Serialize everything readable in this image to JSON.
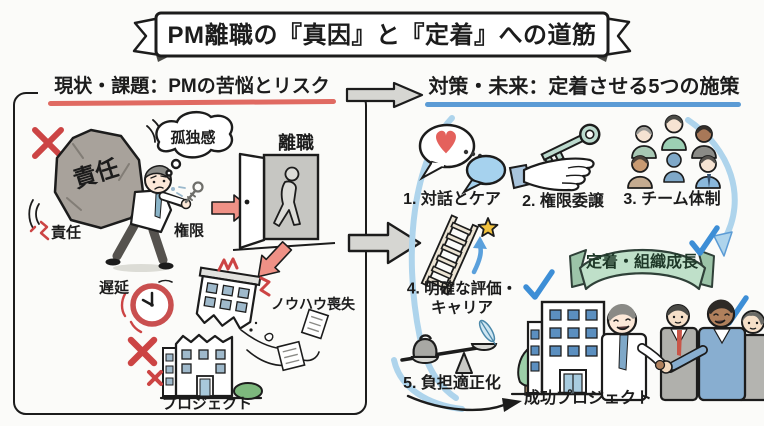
{
  "title": "PM離職の『真因』と『定着』への道筋",
  "left_panel": {
    "header": "現状・課題：PMの苦悩とリスク",
    "rock_label": "責任",
    "thought_bubble_label": "孤独感",
    "door_label": "離職",
    "responsibility_label": "責任",
    "authority_label": "権限",
    "delay_label": "遅延",
    "knowhow_loss_label": "ノウハウ喪失",
    "project_label": "プロジェクト"
  },
  "right_panel": {
    "header": "対策・未来：定着させる5つの施策",
    "measure_1": "1. 対話とケア",
    "measure_2": "2. 権限委譲",
    "measure_3": "3. チーム体制",
    "measure_4_line_1": "4. 明確な評価・",
    "measure_4_line_2": "キャリア",
    "measure_5": "5. 負担適正化",
    "banner_label": "定着・組織成長",
    "success_label": "成功プロジェクト"
  },
  "colors": {
    "ink": "#1c1c1c",
    "background": "#fbfbf9",
    "red_accent": "#cc4444",
    "red_underline": "#e06a62",
    "salmon_arrow": "#ef9186",
    "blue_underline": "#5b9bd5",
    "light_blue_arc": "#aed4ec",
    "check_blue": "#3d8ed6",
    "gray_arrow": "#d6d6d2",
    "banner_green": "#bfe0c9",
    "key_mint": "#bcdace",
    "bubble_blue": "#a6d2ee",
    "heart_red": "#e4615c",
    "star_gold": "#f2c23e",
    "window_blue": "#9fb9cb",
    "window_blue_bright": "#5b8fc0"
  }
}
